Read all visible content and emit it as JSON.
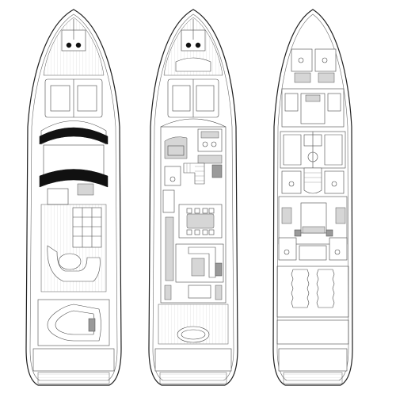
{
  "diagram": {
    "kind": "yacht deck plans",
    "plans": [
      {
        "id": "flybridge-deck"
      },
      {
        "id": "main-deck"
      },
      {
        "id": "lower-deck"
      }
    ],
    "colors": {
      "outline": "#1f1f1f",
      "linework": "#4a4a4a",
      "fixture_grey": "#d6d6d6",
      "fixture_dark": "#9a9a9a",
      "bimini": "#111111",
      "background": "#ffffff"
    }
  }
}
